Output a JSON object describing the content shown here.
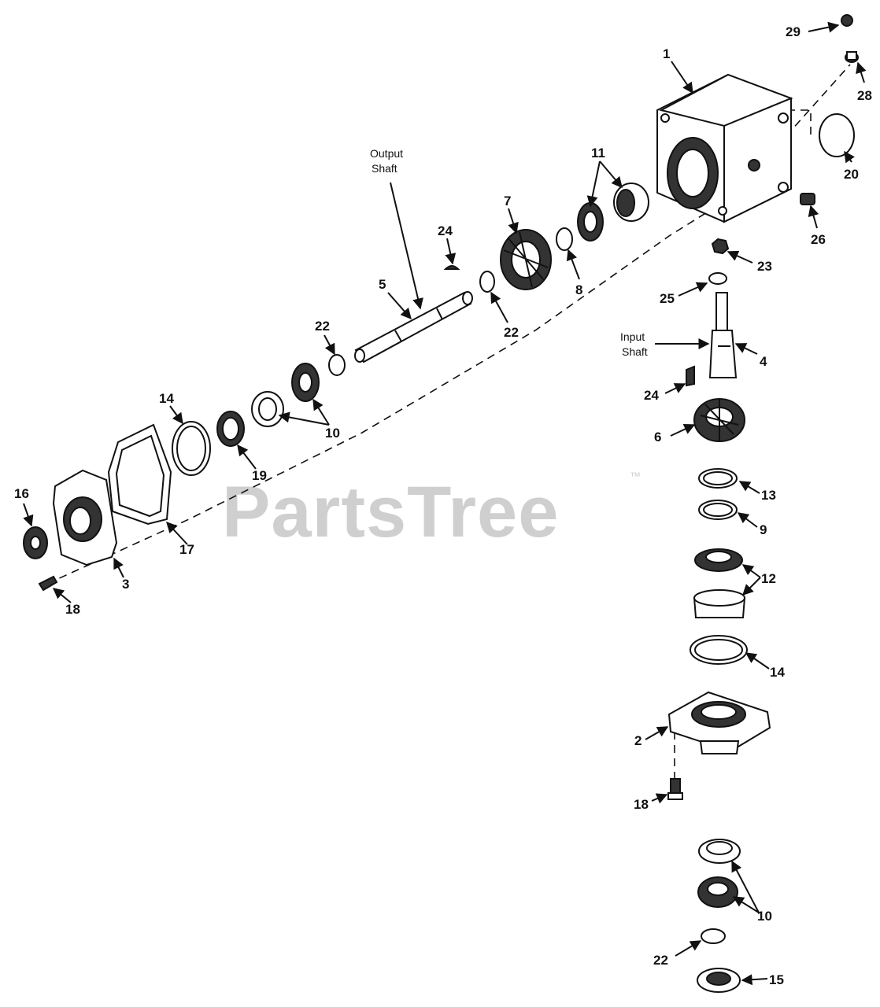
{
  "watermark": {
    "text": "PartsTree",
    "trademark": "™"
  },
  "captions": {
    "output_shaft": [
      "Output",
      "Shaft"
    ],
    "input_shaft": [
      "Input",
      "Shaft"
    ]
  },
  "callouts": [
    {
      "id": "c29",
      "text": "29"
    },
    {
      "id": "c1",
      "text": "1"
    },
    {
      "id": "c28",
      "text": "28"
    },
    {
      "id": "c20",
      "text": "20"
    },
    {
      "id": "c26",
      "text": "26"
    },
    {
      "id": "c11",
      "text": "11"
    },
    {
      "id": "c7",
      "text": "7"
    },
    {
      "id": "c24a",
      "text": "24"
    },
    {
      "id": "c8",
      "text": "8"
    },
    {
      "id": "c23",
      "text": "23"
    },
    {
      "id": "c25",
      "text": "25"
    },
    {
      "id": "c5",
      "text": "5"
    },
    {
      "id": "c22a",
      "text": "22"
    },
    {
      "id": "c22b",
      "text": "22"
    },
    {
      "id": "c4",
      "text": "4"
    },
    {
      "id": "c24b",
      "text": "24"
    },
    {
      "id": "c10a",
      "text": "10"
    },
    {
      "id": "c14a",
      "text": "14"
    },
    {
      "id": "c6",
      "text": "6"
    },
    {
      "id": "c19",
      "text": "19"
    },
    {
      "id": "c13",
      "text": "13"
    },
    {
      "id": "c16",
      "text": "16"
    },
    {
      "id": "c9",
      "text": "9"
    },
    {
      "id": "c17",
      "text": "17"
    },
    {
      "id": "c3",
      "text": "3"
    },
    {
      "id": "c12",
      "text": "12"
    },
    {
      "id": "c18a",
      "text": "18"
    },
    {
      "id": "c14b",
      "text": "14"
    },
    {
      "id": "c2",
      "text": "2"
    },
    {
      "id": "c18b",
      "text": "18"
    },
    {
      "id": "c10b",
      "text": "10"
    },
    {
      "id": "c22c",
      "text": "22"
    },
    {
      "id": "c15",
      "text": "15"
    }
  ]
}
